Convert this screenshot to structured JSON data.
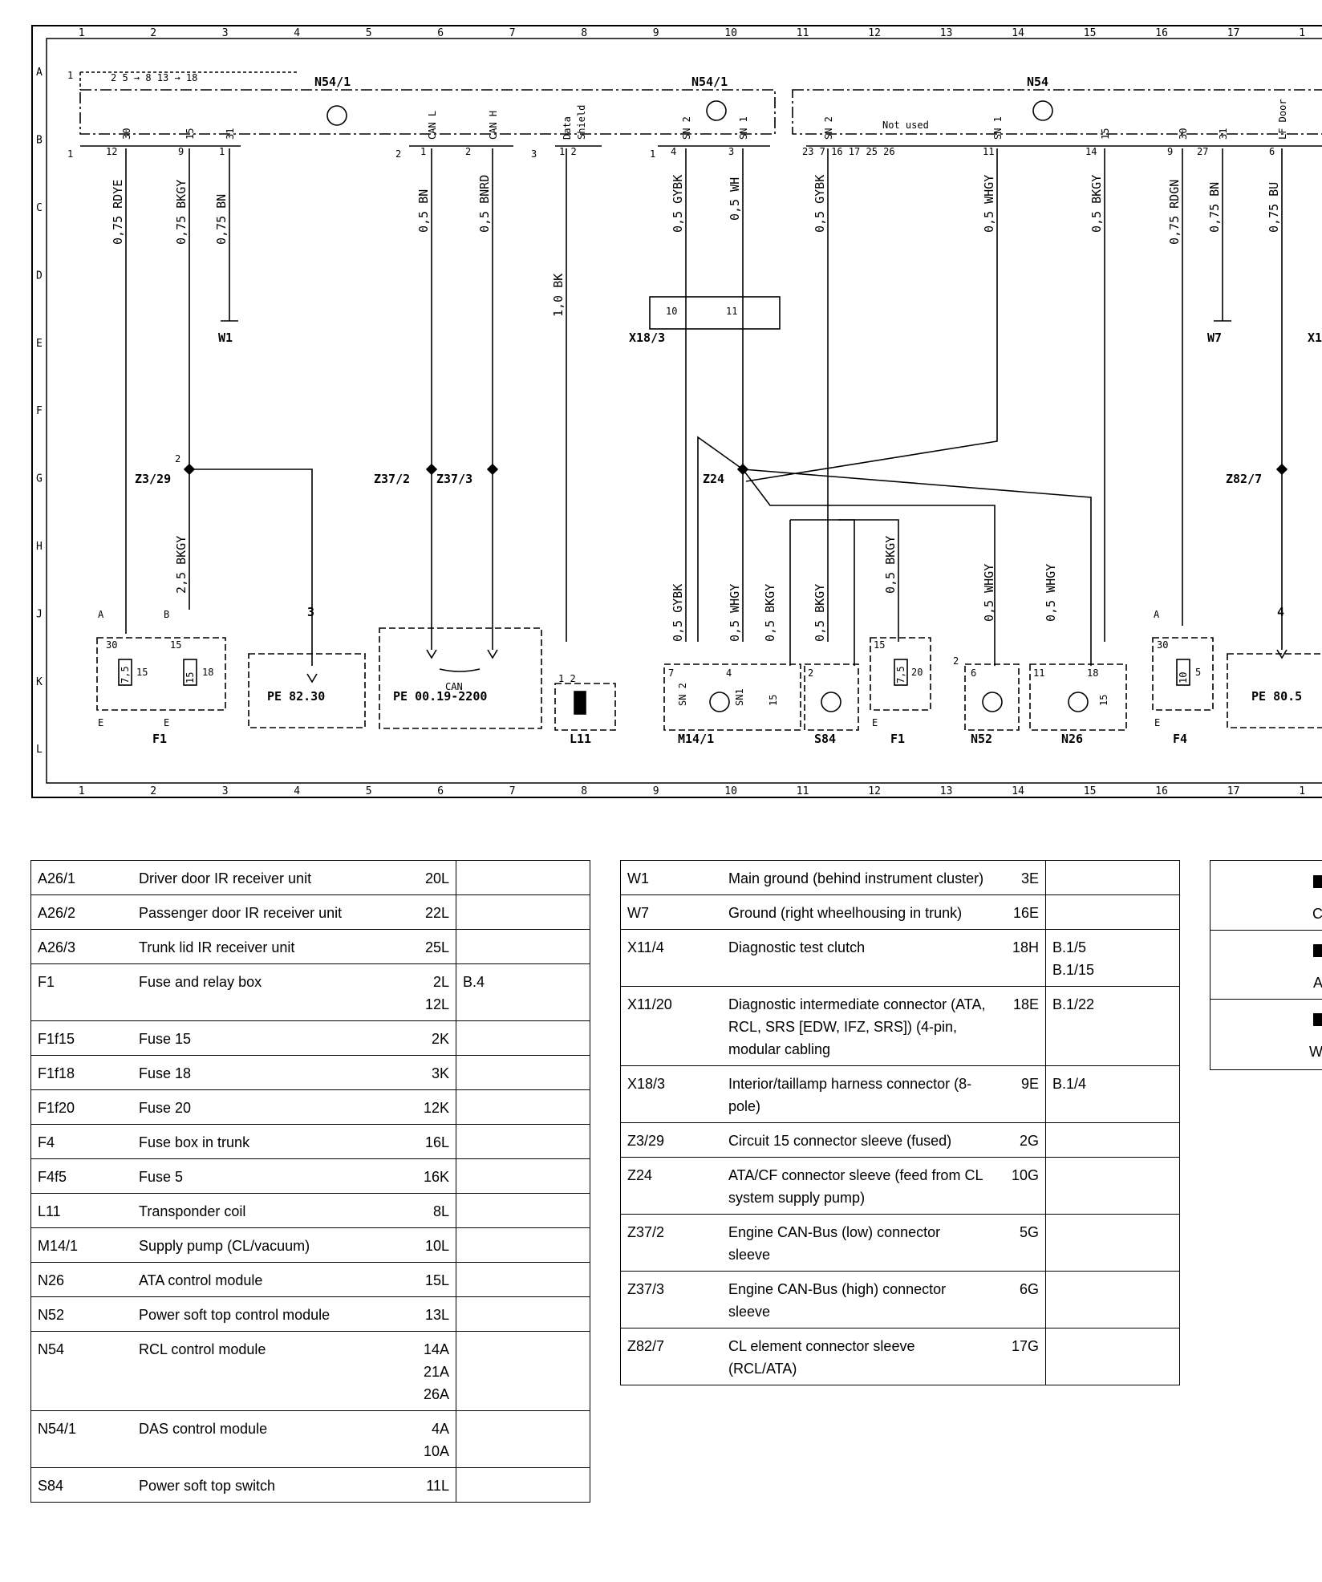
{
  "grid": {
    "columns": [
      "1",
      "2",
      "3",
      "4",
      "5",
      "6",
      "7",
      "8",
      "9",
      "10",
      "11",
      "12",
      "13",
      "14",
      "15",
      "16",
      "17",
      "1"
    ],
    "rows": [
      "A",
      "B",
      "C",
      "D",
      "E",
      "F",
      "G",
      "H",
      "J",
      "K",
      "L"
    ]
  },
  "modules": {
    "n54_1_a": "N54/1",
    "n54_1_b": "N54/1",
    "n54": "N54",
    "not_used": "Not used"
  },
  "pins_text": {
    "n54_1_top": "2  5  →  8  13  →  18",
    "n54_left": "1",
    "n54_bottom_left": "12",
    "n54_bottom_mid": "9",
    "n54_bottom_right": "1",
    "canl_pin": "1",
    "canh_pin": "2",
    "can_group_num": "2",
    "data_group_num": "3",
    "shield_pins": "1  2",
    "sn_group_num": "1",
    "sn2_pin": "4",
    "sn1_pin": "3",
    "n54_unused_pins": "23     7  16  17  25  26",
    "n54_sn1_pin": "11",
    "n54_15_pin": "14",
    "n54_30_pin": "9",
    "n54_31_pin": "27",
    "n54_door_pin": "6"
  },
  "signals": {
    "s30": "30",
    "s15": "15",
    "s31": "31",
    "can_l": "CAN L",
    "can_h": "CAN H",
    "data": "Data",
    "shield": "Shield",
    "sn2": "SN 2",
    "sn1": "SN 1",
    "n54_sn2": "SN 2",
    "n54_sn1": "SN 1",
    "n54_15": "15",
    "n54_30": "30",
    "n54_31": "31",
    "lf_door": "LF Door"
  },
  "wires": {
    "w1": "0,75 RDYE",
    "w2": "0,75 BKGY",
    "w3": "0,75 BN",
    "w4": "0,5 BN",
    "w5": "0,5 BNRD",
    "w6": "1,0 BK",
    "w7": "0,5 GYBK",
    "w8": "0,5 WH",
    "w9": "0,5 GYBK",
    "w10": "0,5 WHGY",
    "w11": "0,5 BKGY",
    "w12": "0,75 RDGN",
    "w13": "0,75 BN",
    "w14": "0,75 BU",
    "w15": "2,5 BKGY",
    "w16": "0,5 GYBK",
    "w17": "0,5 WHGY",
    "w18": "0,5 BKGY",
    "w19": "0,5 BKGY",
    "w20": "0,5 BKGY",
    "w21": "0,5 WHGY",
    "w22": "0,5 WHGY"
  },
  "labels": {
    "w1": "W1",
    "w7": "W7",
    "x1_partial": "X1",
    "x18_3": "X18/3",
    "x18_pin_a": "10",
    "x18_pin_b": "11",
    "z3_29": "Z3/29",
    "z3_29_num": "2",
    "z37_2": "Z37/2",
    "z37_3": "Z37/3",
    "z24": "Z24",
    "z82_7": "Z82/7",
    "ref3": "3",
    "ref4": "4",
    "pe1": "PE  82.30",
    "pe2": "PE  00.19-2200",
    "pe3": "PE  80.5",
    "can": "CAN",
    "f1a": "F1",
    "f1b": "F1",
    "f4": "F4",
    "l11": "L11",
    "m14_1": "M14/1",
    "s84": "S84",
    "n52": "N52",
    "n26": "N26",
    "a": "A",
    "b": "B",
    "a2": "A",
    "e1": "E",
    "e2": "E",
    "e3": "E",
    "e4": "E",
    "f1_30": "30",
    "f1_15": "15",
    "f1_15b": "15",
    "f1_18": "18",
    "fuse75": "7,5",
    "fuse15": "15",
    "f20_15": "15",
    "f20_20": "20",
    "f20_75": "7,5",
    "f4_30": "30",
    "f4_5": "5",
    "f4_10": "10",
    "m_pin7": "7",
    "m_pin4": "4",
    "m_sn2": "SN 2",
    "m_sn1": "SN1",
    "m_15": "15",
    "s84_pin": "2",
    "n52_pin": "6",
    "n52_num": "2",
    "n26_pin11": "11",
    "n26_pin18": "18",
    "n26_15": "15",
    "l11_pins": "1  2"
  },
  "table_left": [
    {
      "code": "A26/1",
      "desc": "Driver door IR receiver unit",
      "loc": "20L",
      "ref": ""
    },
    {
      "code": "A26/2",
      "desc": "Passenger door IR receiver unit",
      "loc": "22L",
      "ref": ""
    },
    {
      "code": "A26/3",
      "desc": "Trunk lid IR receiver unit",
      "loc": "25L",
      "ref": ""
    },
    {
      "code": "F1",
      "desc": "Fuse and relay box",
      "loc": "2L\n12L",
      "ref": "B.4"
    },
    {
      "code": "F1f15",
      "desc": "Fuse 15",
      "loc": "2K",
      "ref": ""
    },
    {
      "code": "F1f18",
      "desc": "Fuse 18",
      "loc": "3K",
      "ref": ""
    },
    {
      "code": "F1f20",
      "desc": "Fuse 20",
      "loc": "12K",
      "ref": ""
    },
    {
      "code": "F4",
      "desc": "Fuse box in trunk",
      "loc": "16L",
      "ref": ""
    },
    {
      "code": "F4f5",
      "desc": "Fuse 5",
      "loc": "16K",
      "ref": ""
    },
    {
      "code": "L11",
      "desc": "Transponder coil",
      "loc": "8L",
      "ref": ""
    },
    {
      "code": "M14/1",
      "desc": "Supply pump (CL/vacuum)",
      "loc": "10L",
      "ref": ""
    },
    {
      "code": "N26",
      "desc": "ATA control module",
      "loc": "15L",
      "ref": ""
    },
    {
      "code": "N52",
      "desc": "Power soft top control module",
      "loc": "13L",
      "ref": ""
    },
    {
      "code": "N54",
      "desc": "RCL control module",
      "loc": "14A\n21A\n26A",
      "ref": ""
    },
    {
      "code": "N54/1",
      "desc": "DAS control module",
      "loc": "4A\n10A",
      "ref": ""
    },
    {
      "code": "S84",
      "desc": "Power soft top switch",
      "loc": "11L",
      "ref": ""
    }
  ],
  "table_mid": [
    {
      "code": "W1",
      "desc": "Main ground (behind instrument cluster)",
      "loc": "3E",
      "ref": ""
    },
    {
      "code": "W7",
      "desc": "Ground (right wheelhousing in trunk)",
      "loc": "16E",
      "ref": ""
    },
    {
      "code": "X11/4",
      "desc": "Diagnostic test clutch",
      "loc": "18H",
      "ref": "B.1/5\nB.1/15"
    },
    {
      "code": "X11/20",
      "desc": "Diagnostic intermediate connector (ATA, RCL, SRS [EDW, IFZ, SRS]) (4-pin, modular cabling",
      "loc": "18E",
      "ref": "B.1/22"
    },
    {
      "code": "X18/3",
      "desc": "Interior/taillamp harness connector (8-pole)",
      "loc": "9E",
      "ref": "B.1/4"
    },
    {
      "code": "Z3/29",
      "desc": "Circuit 15 connector sleeve (fused)",
      "loc": "2G",
      "ref": ""
    },
    {
      "code": "Z24",
      "desc": "ATA/CF connector sleeve (feed from CL system supply pump)",
      "loc": "10G",
      "ref": ""
    },
    {
      "code": "Z37/2",
      "desc": "Engine CAN-Bus (low) connector sleeve",
      "loc": "5G",
      "ref": ""
    },
    {
      "code": "Z37/3",
      "desc": "Engine CAN-Bus (high) connector sleeve",
      "loc": "6G",
      "ref": ""
    },
    {
      "code": "Z82/7",
      "desc": "CL element connector sleeve (RCL/ATA)",
      "loc": "17G",
      "ref": ""
    }
  ],
  "legend": [
    "C",
    "A",
    "W"
  ]
}
